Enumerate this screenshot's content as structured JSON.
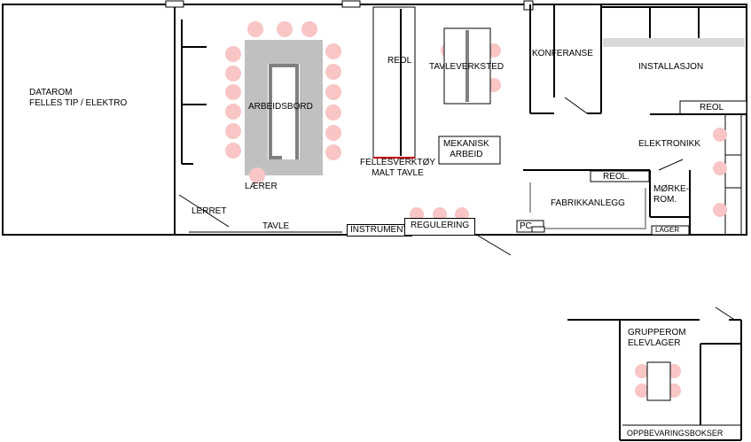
{
  "colors": {
    "wall": "#000000",
    "seat": "#f9c5c5",
    "table": "#c0c0c0",
    "table_dark": "#808080",
    "partition": "#d9d9d9",
    "accent_red": "#cc0000",
    "grey_line": "#a0a0a0"
  },
  "rooms": {
    "datarom": "DATAROM\nFELLES TIP / ELEKTRO",
    "arbeidsbord": "ARBEIDSBORD",
    "reol_main": "REOL",
    "tavleverksted": "TAVLEVERKSTED",
    "konferanse": "KONFERANSE",
    "installasjon": "INSTALLASJON",
    "reol_right": "REOL",
    "elektronikk": "ELEKTRONIKK",
    "mekanisk": "MEKANISK\nARBEID",
    "fellesverktoy": "FELLESVERKTØY\nMALT TAVLE",
    "laerer": "LÆRER",
    "lerret": "LERRET",
    "tavle": "TAVLE",
    "instrument": "INSTRUMENT",
    "regulering": "REGULERING",
    "reol_mid": "REOL.",
    "morkerom": "MØRKE-\nROM.",
    "fabrikkanlegg": "FABRIKKANLEGG",
    "pc": "PC",
    "lager": "LAGER",
    "grupperom": "GRUPPEROM\nELEVLAGER",
    "oppbevaringsbokser": "OPPBEVARINGSBOKSER"
  }
}
